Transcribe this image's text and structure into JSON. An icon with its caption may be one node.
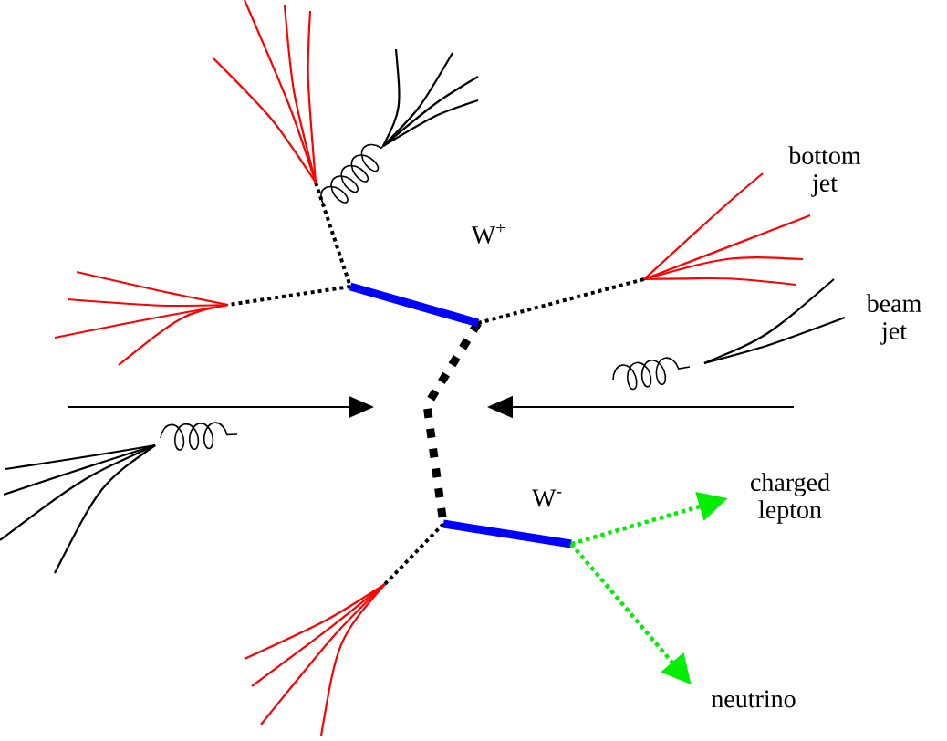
{
  "diagram": {
    "nodes": [
      {
        "text": [
          "bottom jet"
        ]
      },
      {
        "text": [
          "beam jet"
        ]
      },
      {
        "text": [
          "charged lepton"
        ]
      },
      {
        "text": [
          "neutrino"
        ]
      }
    ],
    "edges": [
      {
        "from": null,
        "to": 2,
        "arrow": "to"
      },
      {
        "from": null,
        "to": 3,
        "arrow": "to"
      }
    ],
    "labels": [
      "W$^{+}$",
      "W$^{-}$"
    ]
  }
}
